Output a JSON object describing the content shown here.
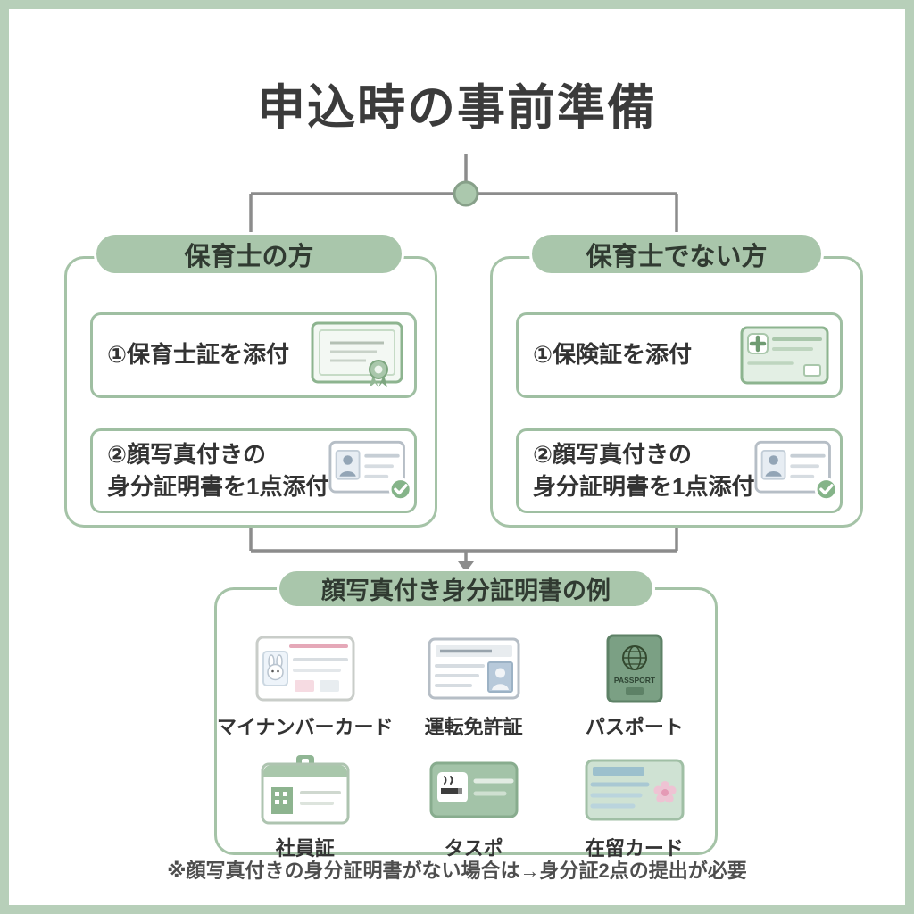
{
  "page": {
    "title": "申込時の事前準備",
    "footer_note": "※顔写真付きの身分証明書がない場合は→身分証2点の提出が必要"
  },
  "branches": [
    {
      "header": "保育士の方",
      "steps": [
        {
          "line1": "①保育士証を添付",
          "line2": "",
          "icon": "certificate-icon"
        },
        {
          "line1": "②顔写真付きの",
          "line2": "身分証明書を1点添付",
          "icon": "photo-id-icon"
        }
      ]
    },
    {
      "header": "保育士でない方",
      "steps": [
        {
          "line1": "①保険証を添付",
          "line2": "",
          "icon": "insurance-card-icon"
        },
        {
          "line1": "②顔写真付きの",
          "line2": "身分証明書を1点添付",
          "icon": "photo-id-icon"
        }
      ]
    }
  ],
  "examples": {
    "header": "顔写真付き身分証明書の例",
    "passport_text": "PASSPORT",
    "items": [
      {
        "label": "マイナンバーカード",
        "icon": "mynumber-card-icon"
      },
      {
        "label": "運転免許証",
        "icon": "drivers-license-icon"
      },
      {
        "label": "パスポート",
        "icon": "passport-icon"
      },
      {
        "label": "社員証",
        "icon": "employee-id-icon"
      },
      {
        "label": "タスポ",
        "icon": "taspo-card-icon"
      },
      {
        "label": "在留カード",
        "icon": "residence-card-icon"
      }
    ]
  },
  "colors": {
    "accent_green": "#a9c6ab",
    "border_green": "#a5c3a7",
    "page_border": "#b7cfb9",
    "text": "#333333",
    "connector_gray": "#8c8c8c"
  }
}
